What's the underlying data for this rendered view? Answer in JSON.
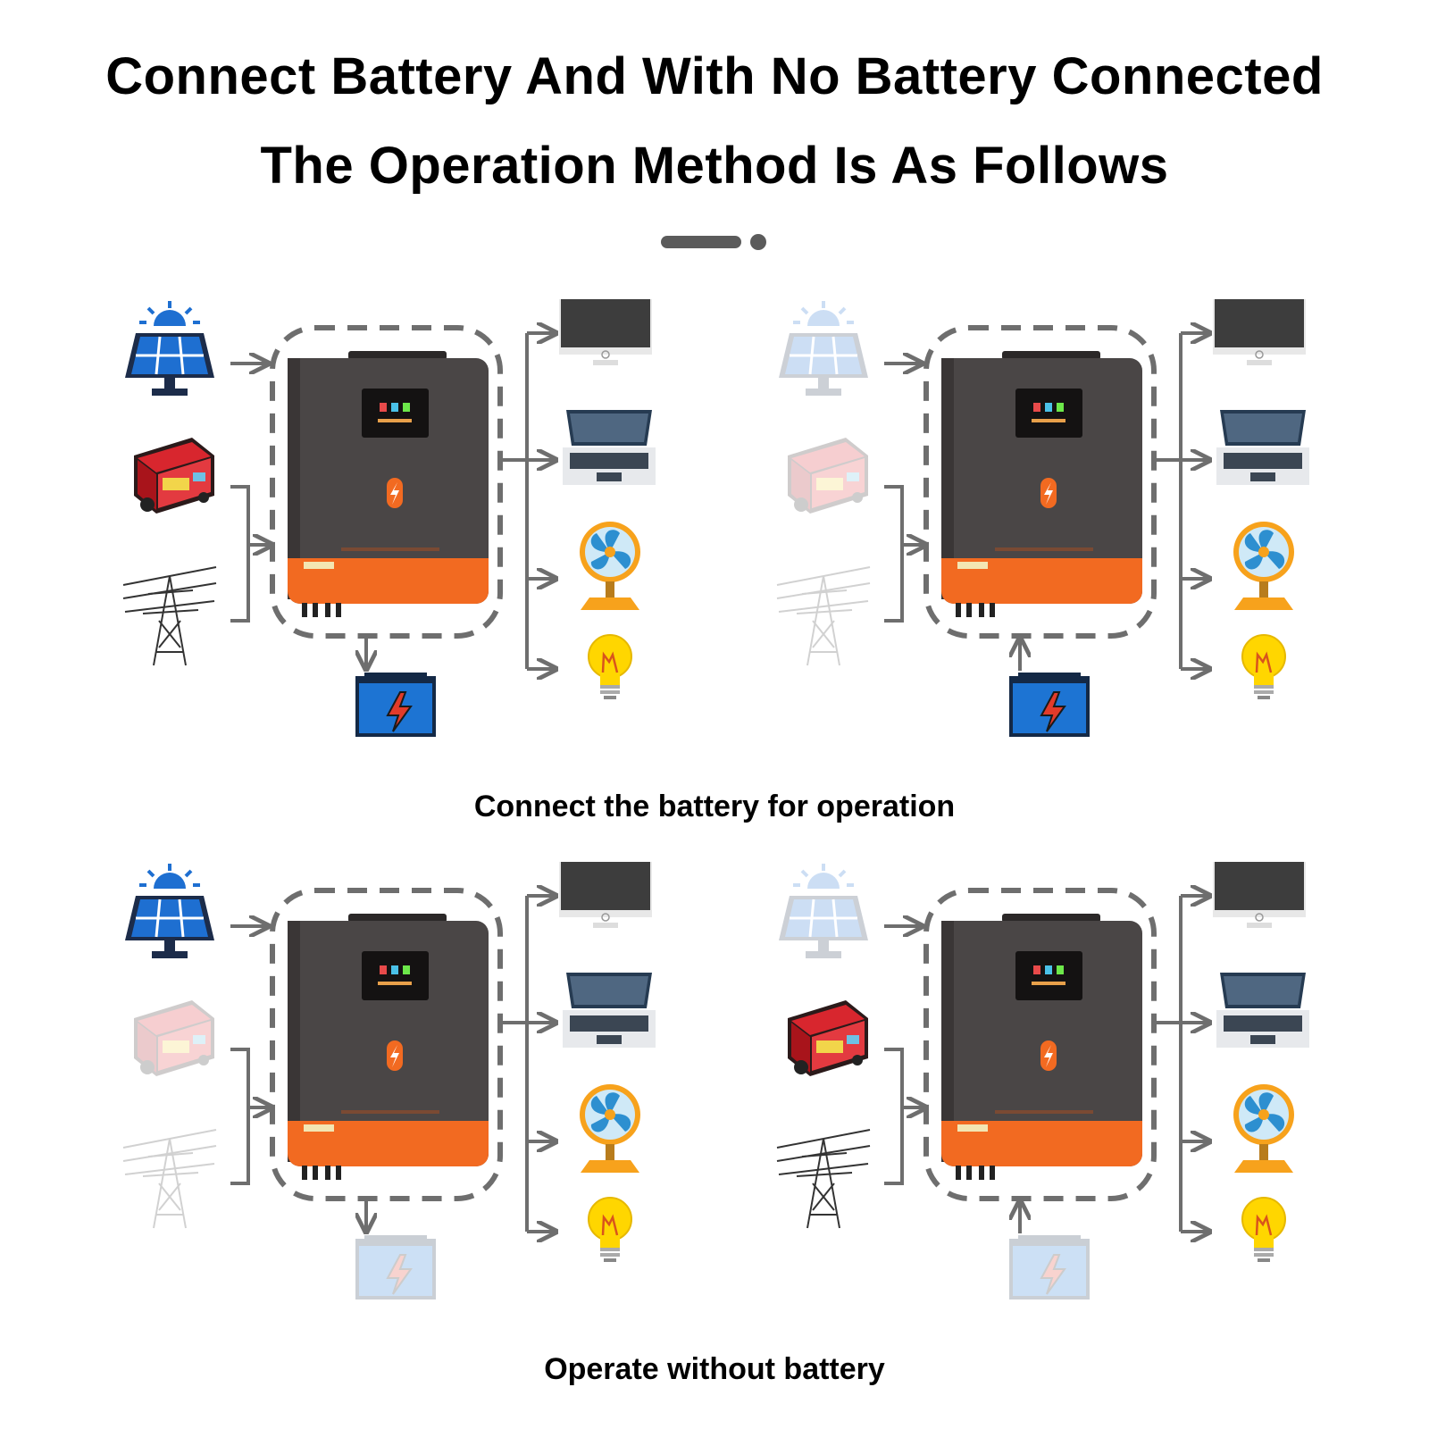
{
  "header": {
    "title_line1": "Connect Battery And With No Battery Connected",
    "title_line2": "The Operation Method Is As Follows"
  },
  "captions": {
    "with_battery": "Connect the battery for operation",
    "without_battery": "Operate without battery"
  },
  "panels": [
    {
      "id": "p1",
      "sources_active": [
        "solar",
        "generator",
        "grid"
      ],
      "battery_active": true,
      "battery_flow": "charging"
    },
    {
      "id": "p2",
      "sources_active": [],
      "battery_active": true,
      "battery_flow": "discharging"
    },
    {
      "id": "p3",
      "sources_active": [
        "solar"
      ],
      "battery_active": false,
      "battery_flow": "charging"
    },
    {
      "id": "p4",
      "sources_active": [
        "generator",
        "grid"
      ],
      "battery_active": false,
      "battery_flow": "discharging"
    }
  ],
  "icons": [
    "solar-panel-icon",
    "generator-icon",
    "power-grid-icon",
    "inverter-device",
    "battery-icon",
    "monitor-icon",
    "laptop-icon",
    "fan-icon",
    "light-bulb-icon"
  ],
  "colors": {
    "inverter_body": "#4a4646",
    "inverter_accent": "#f26a21",
    "solar_blue": "#1e6fd1",
    "generator_red": "#d8262e",
    "battery_blue": "#1d74d3",
    "bulb_yellow": "#ffd600",
    "arrow_gray": "#6e6e6e"
  }
}
